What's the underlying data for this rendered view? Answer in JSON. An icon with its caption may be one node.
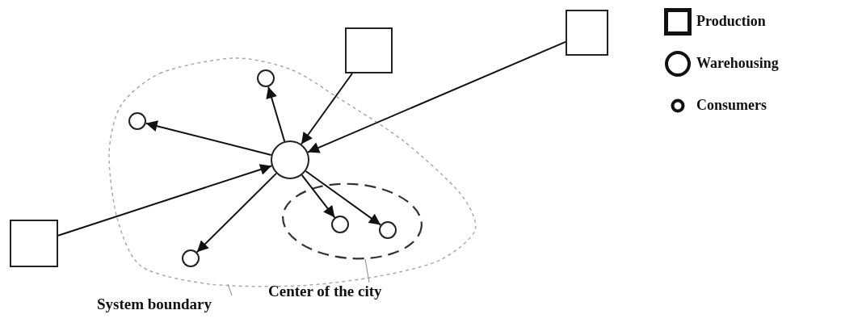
{
  "diagram": {
    "nodes": [
      {
        "text": [],
        "shape": "box"
      },
      {
        "text": [],
        "shape": "box"
      },
      {
        "text": [],
        "shape": "cloud"
      },
      {
        "text": [],
        "shape": "circle",
        "in": 2
      },
      {
        "text": [],
        "shape": "circle",
        "in": 2
      },
      {
        "text": [],
        "shape": "circle",
        "in": 2
      },
      {
        "text": [],
        "shape": "ellipse",
        "in": 2
      },
      {
        "text": [],
        "shape": "circle",
        "in": 6
      },
      {
        "text": [],
        "shape": "circle",
        "in": 6
      },
      {
        "text": [],
        "shape": "circle",
        "in": 2
      },
      {
        "text": [],
        "shape": "box"
      },
      {
        "text": [
          "Center of the city"
        ]
      },
      {
        "text": [
          "System boundary"
        ]
      }
    ],
    "edges": [
      {
        "from": 0,
        "to": 5,
        "arrow": "to"
      },
      {
        "from": 1,
        "to": 5,
        "arrow": "to"
      },
      {
        "from": 10,
        "to": 5,
        "arrow": "to"
      },
      {
        "from": 5,
        "to": 3,
        "arrow": "to"
      },
      {
        "from": 5,
        "to": 4,
        "arrow": "to"
      },
      {
        "from": 5,
        "to": 9,
        "arrow": "to"
      },
      {
        "from": 5,
        "to": 7,
        "arrow": "to"
      },
      {
        "from": 5,
        "to": 8,
        "arrow": "to"
      },
      {
        "from": 11,
        "to": 6,
        "arrow": "none",
        "color": "#888888"
      },
      {
        "from": 12,
        "to": 2,
        "arrow": "none",
        "color": "#888888"
      }
    ],
    "legend": [
      {
        "text": "Production"
      },
      {
        "text": "Warehousing"
      },
      {
        "text": "Consumers"
      }
    ]
  }
}
